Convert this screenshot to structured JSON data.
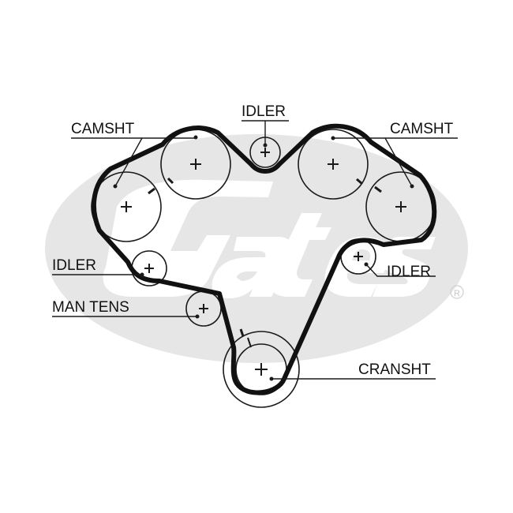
{
  "diagram": {
    "labels": {
      "camshaft_left": "CAMSHT",
      "camshaft_right": "CAMSHT",
      "idler_top": "IDLER",
      "idler_left": "IDLER",
      "idler_right": "IDLER",
      "manual_tensioner": "MAN TENS",
      "crankshaft": "CRANSHT"
    },
    "watermark": {
      "brand": "Gates",
      "registered_mark": "®"
    },
    "colors": {
      "line": "#1a1a1a",
      "watermark": "#e6e6e6",
      "background": "#ffffff"
    }
  }
}
